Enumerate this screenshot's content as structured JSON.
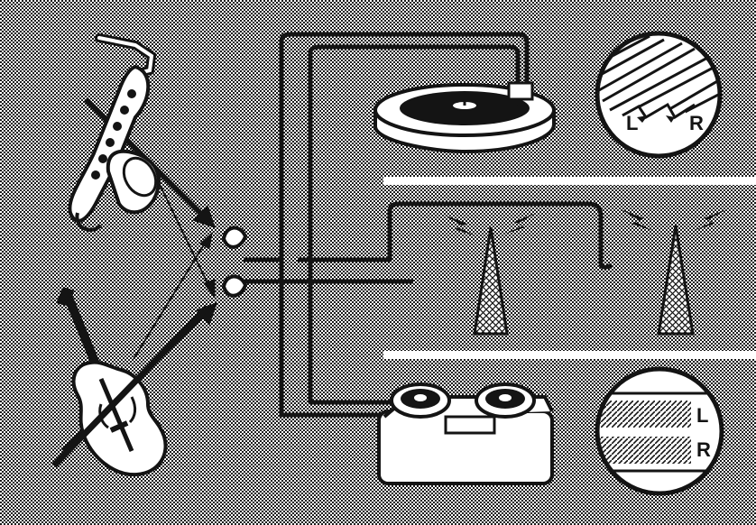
{
  "colors": {
    "ink": "#141414",
    "paper": "#ffffff",
    "halftone": "#1a1a1a"
  },
  "icons": [
    "saxophone-icon",
    "violin-icon",
    "microphone-icon",
    "turntable-icon",
    "radio-tower-icon",
    "tape-recorder-icon",
    "record-groove-magnifier-icon",
    "tape-track-magnifier-icon"
  ],
  "groove_inset": {
    "left_label": "L",
    "right_label": "R"
  },
  "tape_inset": {
    "top_label": "L",
    "bottom_label": "R"
  }
}
